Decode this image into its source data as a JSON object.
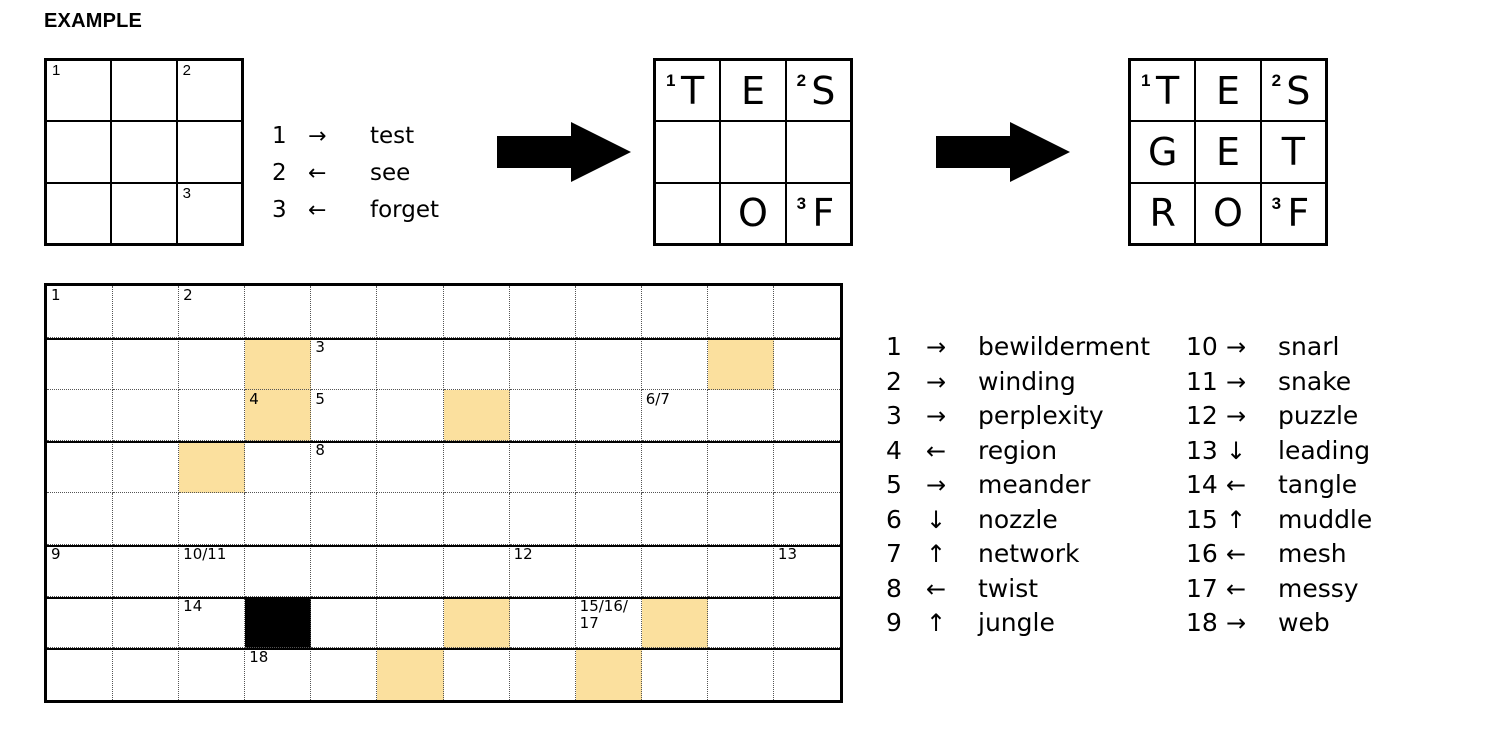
{
  "example": {
    "title": "EXAMPLE",
    "clues": [
      {
        "num": "1",
        "arrow": "→",
        "word": "test"
      },
      {
        "num": "2",
        "arrow": "←",
        "word": "see"
      },
      {
        "num": "3",
        "arrow": "←",
        "word": "forget"
      }
    ],
    "grid_empty": {
      "rows": 3,
      "cols": 3,
      "cells": [
        [
          {
            "num": "1"
          },
          {},
          {
            "num": "2"
          }
        ],
        [
          {},
          {},
          {}
        ],
        [
          {},
          {},
          {
            "num": "3"
          }
        ]
      ]
    },
    "grid_partial": {
      "rows": 3,
      "cols": 3,
      "cells": [
        [
          {
            "sup": "1",
            "letter": "T"
          },
          {
            "letter": "E"
          },
          {
            "sup": "2",
            "letter": "S"
          }
        ],
        [
          {},
          {},
          {}
        ],
        [
          {},
          {
            "letter": "O"
          },
          {
            "sup": "3",
            "letter": "F"
          }
        ]
      ]
    },
    "grid_solved": {
      "rows": 3,
      "cols": 3,
      "cells": [
        [
          {
            "sup": "1",
            "letter": "T"
          },
          {
            "letter": "E"
          },
          {
            "sup": "2",
            "letter": "S"
          }
        ],
        [
          {
            "letter": "G"
          },
          {
            "letter": "E"
          },
          {
            "letter": "T"
          }
        ],
        [
          {
            "letter": "R"
          },
          {
            "letter": "O"
          },
          {
            "sup": "3",
            "letter": "F"
          }
        ]
      ]
    },
    "arrow_glyph": "arrow-right-solid"
  },
  "puzzle": {
    "cols": 12,
    "rows": 8,
    "fill_color": "#fbe09e",
    "block_color": "#000000",
    "cells": [
      [
        {
          "num": "1"
        },
        {},
        {
          "num": "2"
        },
        {},
        {},
        {},
        {},
        {},
        {},
        {},
        {},
        {}
      ],
      [
        {},
        {},
        {},
        {
          "fill": true
        },
        {
          "num": "3"
        },
        {},
        {},
        {},
        {},
        {},
        {
          "fill": true
        },
        {}
      ],
      [
        {},
        {},
        {},
        {
          "fill": true,
          "num": "4"
        },
        {
          "num": "5"
        },
        {},
        {
          "fill": true
        },
        {},
        {},
        {
          "num": "6/7"
        },
        {},
        {}
      ],
      [
        {},
        {},
        {
          "fill": true
        },
        {},
        {
          "num": "8"
        },
        {},
        {},
        {},
        {},
        {},
        {},
        {}
      ],
      [
        {},
        {},
        {},
        {},
        {},
        {},
        {},
        {},
        {},
        {},
        {},
        {}
      ],
      [
        {
          "num": "9"
        },
        {},
        {
          "num": "10/11"
        },
        {},
        {},
        {},
        {},
        {
          "num": "12"
        },
        {},
        {},
        {},
        {
          "num": "13"
        }
      ],
      [
        {},
        {},
        {
          "num": "14"
        },
        {
          "block": true
        },
        {},
        {},
        {
          "fill": true
        },
        {},
        {
          "num": "15/16/\n17"
        },
        {
          "fill": true
        },
        {},
        {}
      ],
      [
        {},
        {},
        {},
        {
          "num": "18"
        },
        {},
        {
          "fill": true
        },
        {},
        {},
        {
          "fill": true
        },
        {},
        {},
        {}
      ]
    ],
    "band_rules_after_rows": [
      1,
      3,
      5,
      6,
      7
    ]
  },
  "clues": {
    "left": [
      {
        "num": "1",
        "arrow": "→",
        "word": "bewilderment"
      },
      {
        "num": "2",
        "arrow": "→",
        "word": "winding"
      },
      {
        "num": "3",
        "arrow": "→",
        "word": "perplexity"
      },
      {
        "num": "4",
        "arrow": "←",
        "word": "region"
      },
      {
        "num": "5",
        "arrow": "→",
        "word": "meander"
      },
      {
        "num": "6",
        "arrow": "↓",
        "word": "nozzle"
      },
      {
        "num": "7",
        "arrow": "↑",
        "word": "network"
      },
      {
        "num": "8",
        "arrow": "←",
        "word": "twist"
      },
      {
        "num": "9",
        "arrow": "↑",
        "word": "jungle"
      }
    ],
    "right": [
      {
        "num": "10",
        "arrow": "→",
        "word": "snarl"
      },
      {
        "num": "11",
        "arrow": "→",
        "word": "snake"
      },
      {
        "num": "12",
        "arrow": "→",
        "word": "puzzle"
      },
      {
        "num": "13",
        "arrow": "↓",
        "word": "leading"
      },
      {
        "num": "14",
        "arrow": "←",
        "word": "tangle"
      },
      {
        "num": "15",
        "arrow": "↑",
        "word": "muddle"
      },
      {
        "num": "16",
        "arrow": "←",
        "word": "mesh"
      },
      {
        "num": "17",
        "arrow": "←",
        "word": "messy"
      },
      {
        "num": "18",
        "arrow": "→",
        "word": "web"
      }
    ]
  }
}
